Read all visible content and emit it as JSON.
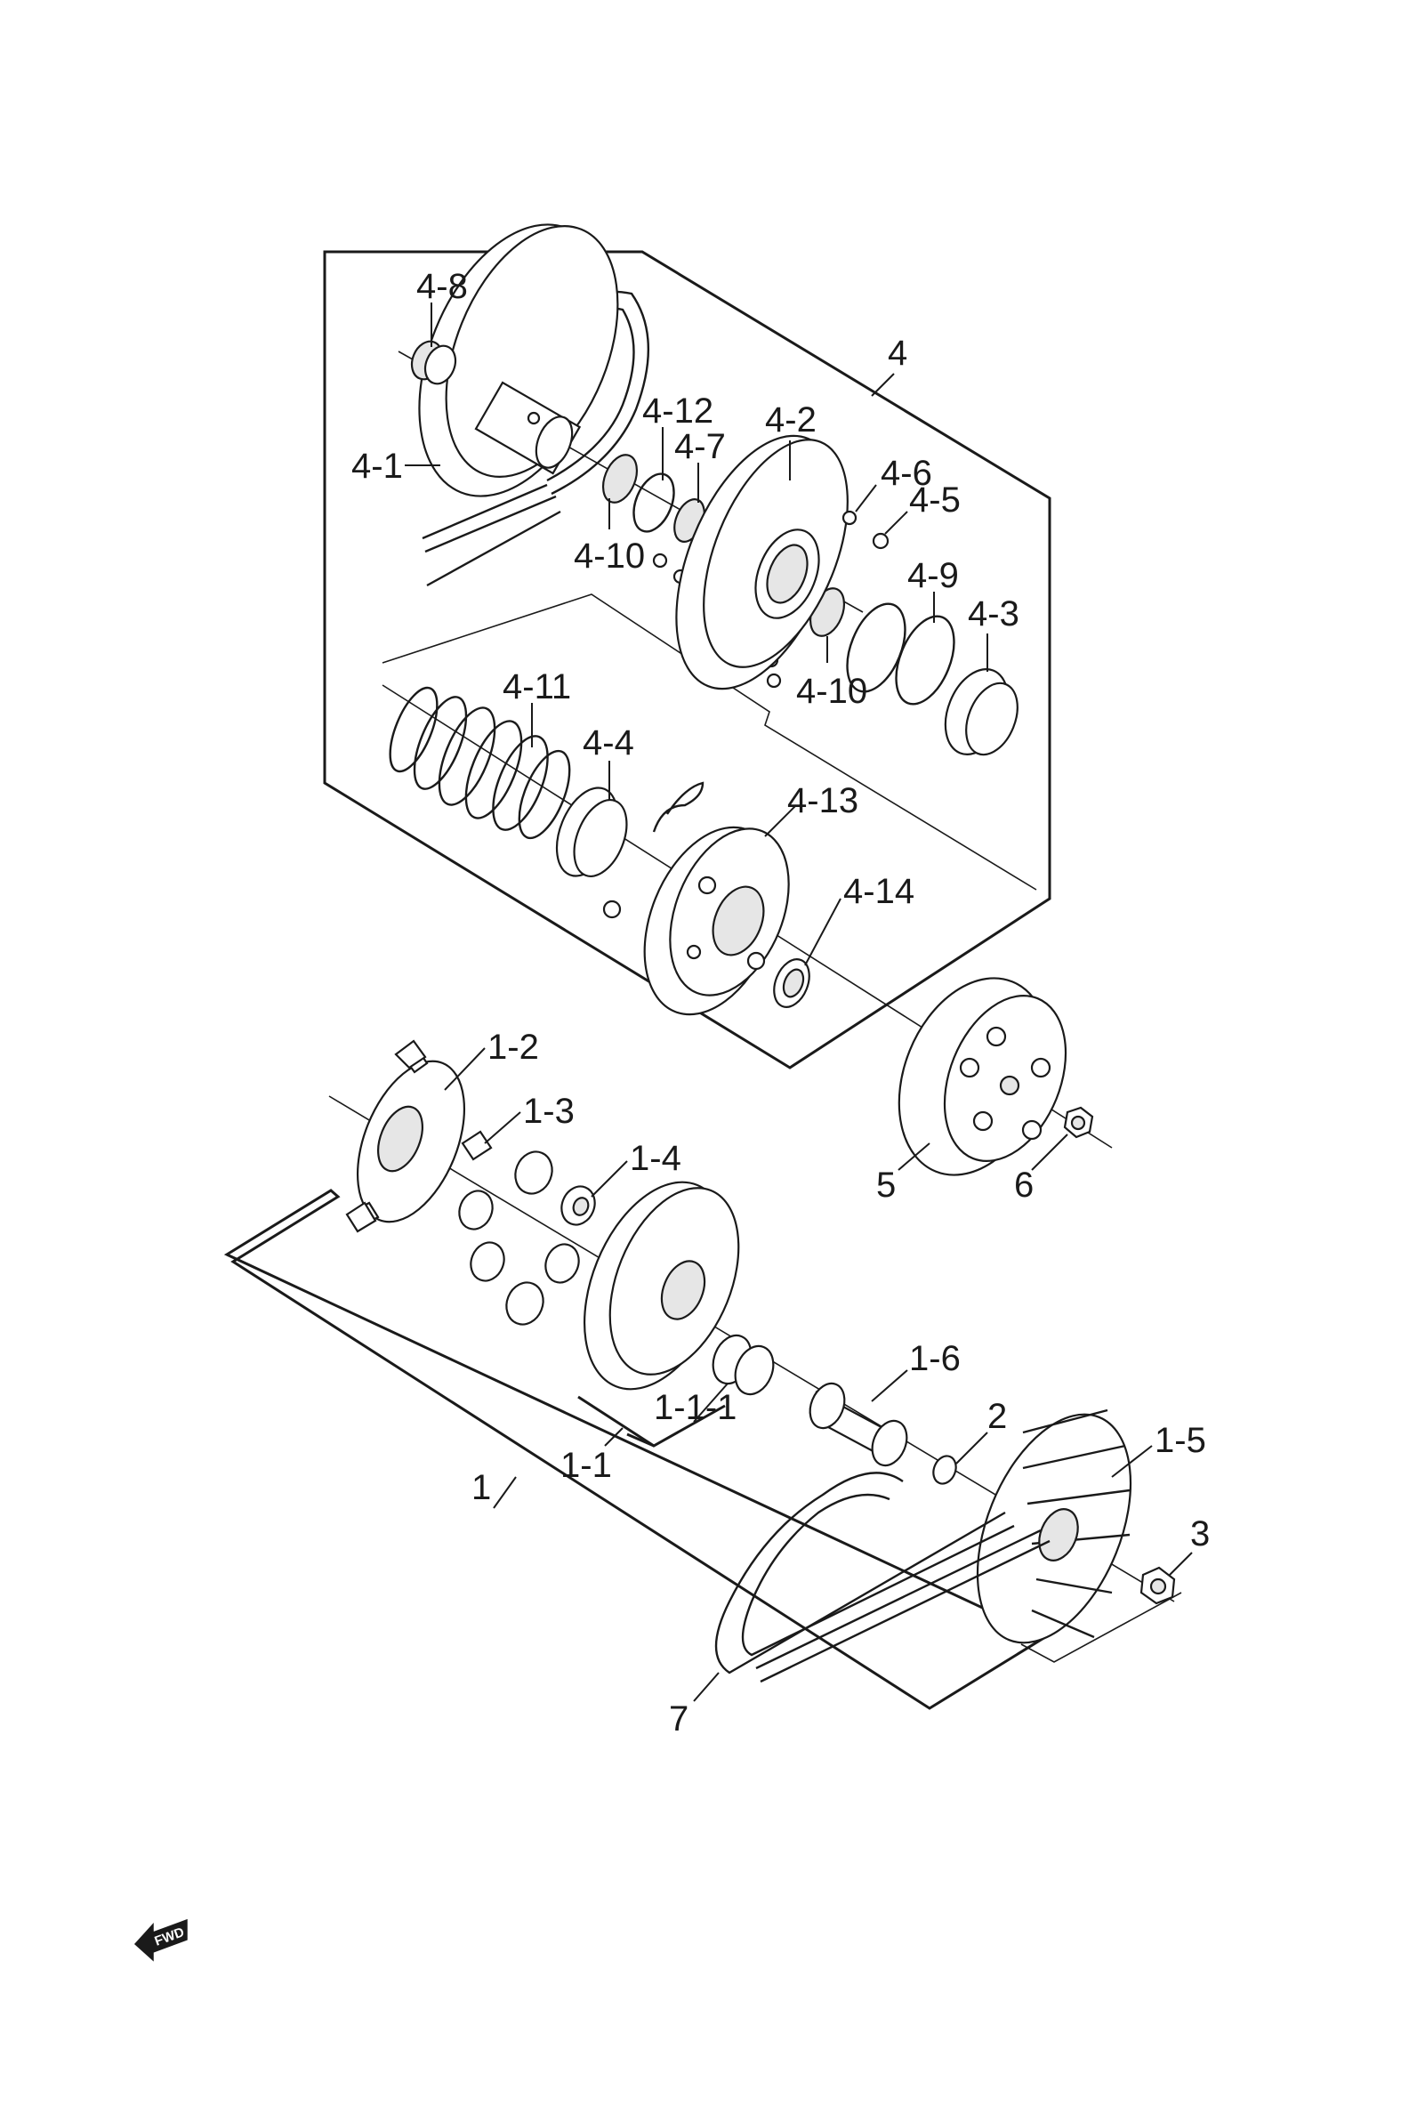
{
  "callouts": {
    "c4_8": "4-8",
    "c4": "4",
    "c4_12": "4-12",
    "c4_7": "4-7",
    "c4_2": "4-2",
    "c4_6": "4-6",
    "c4_5": "4-5",
    "c4_1": "4-1",
    "c4_10a": "4-10",
    "c4_9": "4-9",
    "c4_3": "4-3",
    "c4_10b": "4-10",
    "c4_11": "4-11",
    "c4_4": "4-4",
    "c4_13": "4-13",
    "c4_14": "4-14",
    "c1_2": "1-2",
    "c1_3": "1-3",
    "c1_4": "1-4",
    "c5": "5",
    "c6": "6",
    "c1_6": "1-6",
    "c1_1_1": "1-1-1",
    "c2": "2",
    "c1_5": "1-5",
    "c1_1": "1-1",
    "c1": "1",
    "c3": "3",
    "c7": "7"
  },
  "fwd_label": "FWD"
}
